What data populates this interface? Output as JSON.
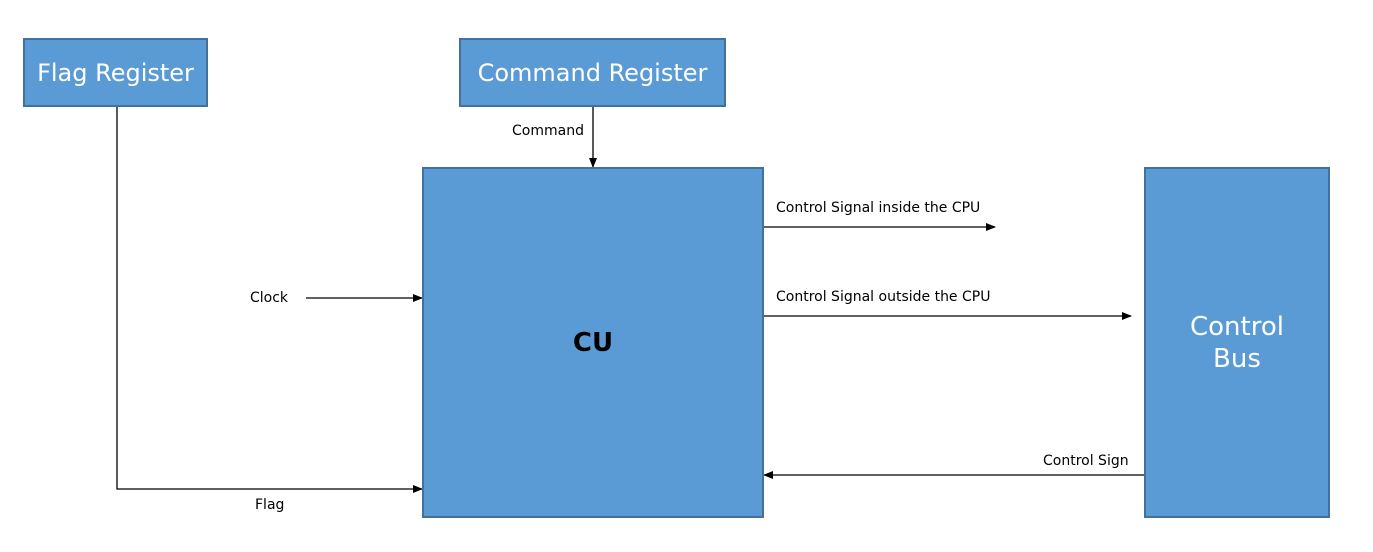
{
  "diagram": {
    "boxes": {
      "flag_register": "Flag Register",
      "command_register": "Command Register",
      "cu": "CU",
      "control_bus": "Control\nBus"
    },
    "labels": {
      "command": "Command",
      "clock": "Clock",
      "flag": "Flag",
      "signal_inside": "Control Signal inside the CPU",
      "signal_outside": "Control Signal outside the CPU",
      "control_sign": "Control Sign"
    },
    "colors": {
      "box_fill": "#5b9bd5",
      "box_border": "#41719c",
      "arrow": "#000000"
    }
  }
}
